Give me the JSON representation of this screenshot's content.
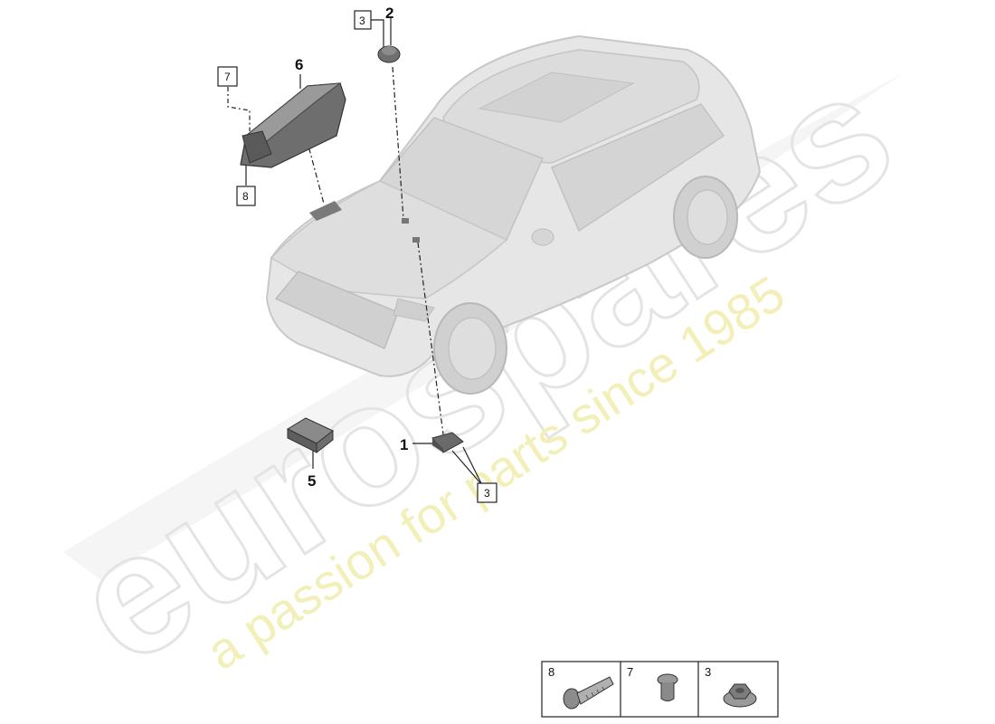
{
  "watermark": {
    "brand": "eurospares",
    "tagline": "a passion for parts since 1985"
  },
  "callouts": {
    "part_1": "1",
    "part_2": "2",
    "part_5": "5",
    "part_6": "6"
  },
  "boxed_refs": {
    "ref_3_top": "3",
    "ref_3_bottom": "3",
    "ref_7": "7",
    "ref_8": "8"
  },
  "legend": {
    "items": [
      {
        "num": "8",
        "part": "bolt"
      },
      {
        "num": "7",
        "part": "spacer sleeve"
      },
      {
        "num": "3",
        "part": "flange nut"
      }
    ]
  }
}
